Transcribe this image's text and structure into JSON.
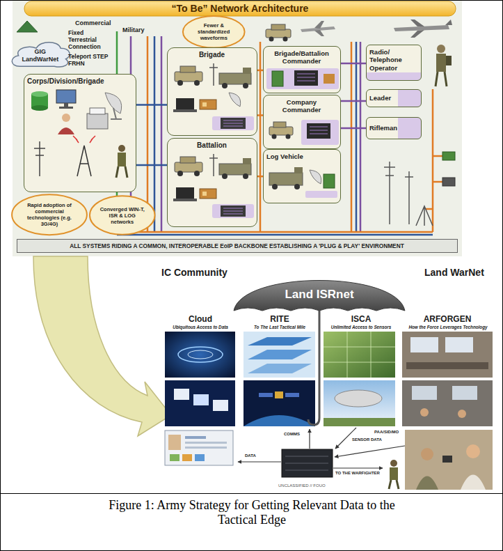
{
  "diagram": {
    "title": "“To Be” Network Architecture",
    "caption": "Figure 1: Army Strategy for Getting Relevant Data to the Tactical Edge",
    "nodes": [
      {
        "text": [
          "GIG LandWarNet"
        ]
      },
      {
        "text": [
          "Fewer & standardized waveforms"
        ]
      },
      {
        "text": [
          "Corps/Division/Brigade"
        ]
      },
      {
        "text": [
          "Brigade"
        ]
      },
      {
        "text": [
          "Brigade/Battalion Commander"
        ]
      },
      {
        "text": [
          "Radio/ Telephone Operator"
        ]
      },
      {
        "text": [
          "Company Commander"
        ]
      },
      {
        "text": [
          "Leader"
        ]
      },
      {
        "text": [
          "Rifleman"
        ]
      },
      {
        "text": [
          "Battalion"
        ]
      },
      {
        "text": [
          "Log Vehicle"
        ]
      },
      {
        "text": [
          "Rapid adoption of commercial technologies (e.g. 3G/4G)"
        ]
      },
      {
        "text": [
          "Converged WIN-T, ISR & LOG networks"
        ]
      },
      {
        "text": [
          "ALL SYSTEMS RIDING A COMMON, INTEROPERABLE EoIP BACKBONE ESTABLISHING A 'PLUG & PLAY' ENVIRONMENT"
        ]
      },
      {
        "text": [
          "Land ISRnet"
        ]
      }
    ],
    "edges": [
      {
        "from": 2,
        "to": 3,
        "arrow": "none"
      },
      {
        "from": 2,
        "to": 9,
        "arrow": "none"
      },
      {
        "from": 3,
        "to": 4,
        "arrow": "none"
      },
      {
        "from": 3,
        "to": 6,
        "arrow": "none"
      },
      {
        "from": 9,
        "to": 10,
        "arrow": "none"
      },
      {
        "from": 4,
        "to": 5,
        "arrow": "none"
      },
      {
        "from": 6,
        "to": 7,
        "arrow": "none"
      },
      {
        "from": 6,
        "to": 8,
        "arrow": "none"
      }
    ],
    "labels": [
      "Commercial",
      "Fixed Terrestrial Connection",
      "Teleport STEP FRHN",
      "Military",
      "IC Community",
      "Land WarNet",
      "Cloud",
      "Ubiquitous Access to Data",
      "RITE",
      "To The Last Tactical Mile",
      "ISCA",
      "Unlimited Access to Sensors",
      "ARFORGEN",
      "How the Force Leverages Technology",
      "COMMS",
      "SENSOR DATA",
      "DATA",
      "PAA/SID/MO",
      "TO THE WARFIGHTER",
      "UNCLASSIFIED // FOUO"
    ]
  }
}
